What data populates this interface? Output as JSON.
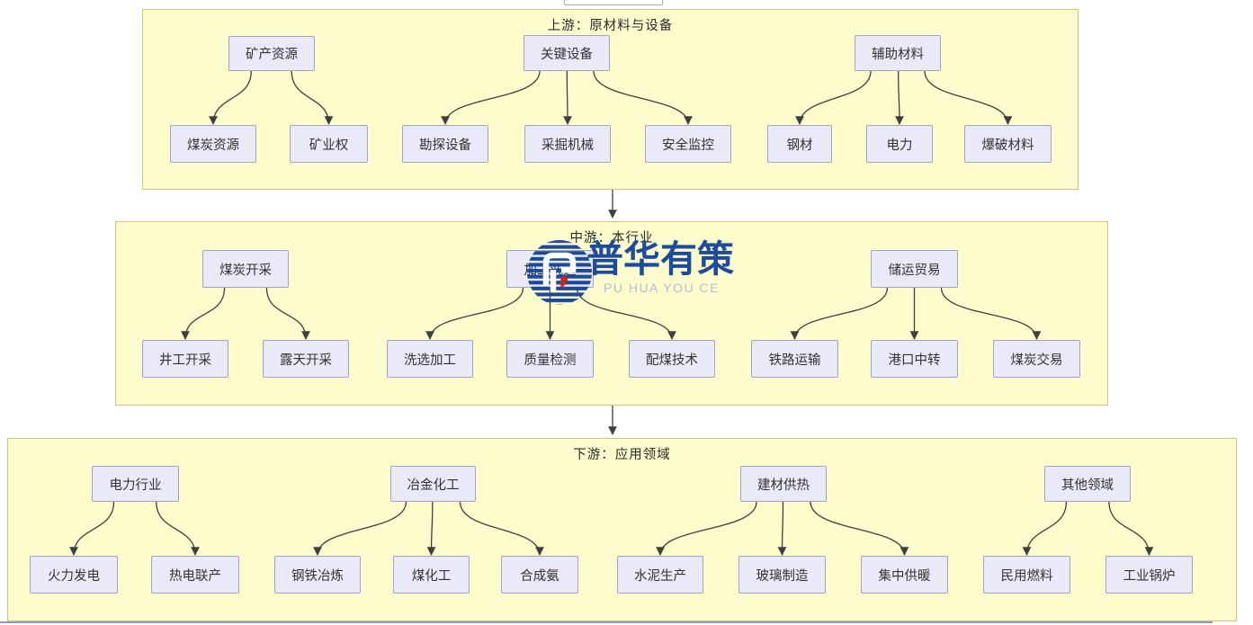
{
  "watermark": {
    "brand": "普华有策",
    "brand_latin": "PU HUA YOU CE"
  },
  "colors": {
    "section_fill": "#fcfccd",
    "section_border": "#c9c97e",
    "node_fill": "#e9e9f8",
    "node_border": "#a3a3c7",
    "edge": "#3f3f3f",
    "brand_blue": "#1d4c9c",
    "brand_red": "#c4281e",
    "brand_latin_gray": "#b3bfd6",
    "baseline_blue": "#8c97ce"
  },
  "flow": {
    "sections": [
      {
        "title": "上游：原材料与设备",
        "groups": [
          {
            "parent": "矿产资源",
            "children": [
              "煤炭资源",
              "矿业权"
            ]
          },
          {
            "parent": "关键设备",
            "children": [
              "勘探设备",
              "采掘机械",
              "安全监控"
            ]
          },
          {
            "parent": "辅助材料",
            "children": [
              "钢材",
              "电力",
              "爆破材料"
            ]
          }
        ]
      },
      {
        "title": "中游：本行业",
        "groups": [
          {
            "parent": "煤炭开采",
            "children": [
              "井工开采",
              "露天开采"
            ]
          },
          {
            "parent": "加工洗选",
            "children": [
              "洗选加工",
              "质量检测",
              "配煤技术"
            ]
          },
          {
            "parent": "储运贸易",
            "children": [
              "铁路运输",
              "港口中转",
              "煤炭交易"
            ]
          }
        ]
      },
      {
        "title": "下游：应用领域",
        "groups": [
          {
            "parent": "电力行业",
            "children": [
              "火力发电",
              "热电联产"
            ]
          },
          {
            "parent": "冶金化工",
            "children": [
              "钢铁冶炼",
              "煤化工",
              "合成氨"
            ]
          },
          {
            "parent": "建材供热",
            "children": [
              "水泥生产",
              "玻璃制造",
              "集中供暖"
            ]
          },
          {
            "parent": "其他领域",
            "children": [
              "民用燃料",
              "工业锅炉"
            ]
          }
        ]
      }
    ]
  }
}
